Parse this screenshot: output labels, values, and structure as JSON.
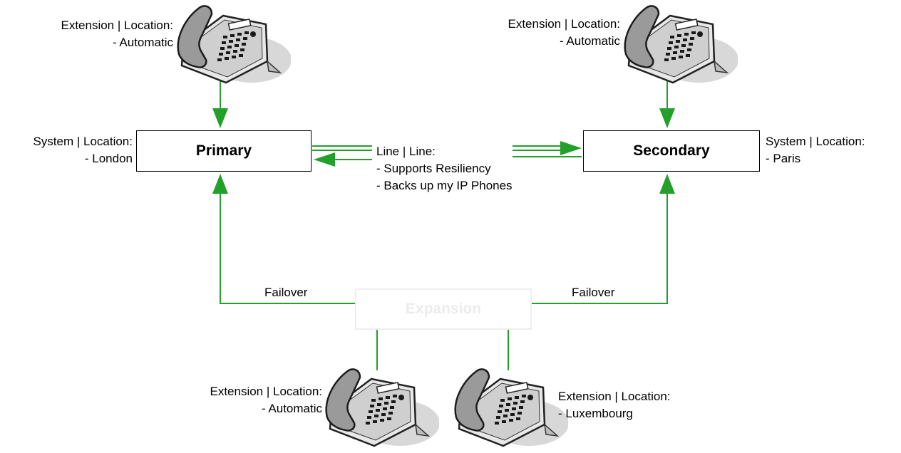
{
  "colors": {
    "connector": "#22a02a",
    "box_border": "#000000",
    "ghost_text": "#ececec"
  },
  "nodes": {
    "primary": "Primary",
    "secondary": "Secondary",
    "expansion": "Expansion"
  },
  "labels": {
    "phone_top_left": [
      "Extension | Location:",
      "- Automatic"
    ],
    "phone_top_right": [
      "Extension | Location:",
      "- Automatic"
    ],
    "phone_bottom_left": [
      "Extension | Location:",
      "- Automatic"
    ],
    "phone_bottom_right": [
      "Extension | Location:",
      "- Luxembourg"
    ],
    "primary_location": [
      "System | Location:",
      "- London"
    ],
    "secondary_location": [
      "System | Location:",
      "- Paris"
    ],
    "line": [
      "Line | Line:",
      "- Supports Resiliency",
      "- Backs up my IP Phones"
    ],
    "failover_left": "Failover",
    "failover_right": "Failover"
  },
  "icons": {
    "phone": "desk-phone-icon"
  }
}
